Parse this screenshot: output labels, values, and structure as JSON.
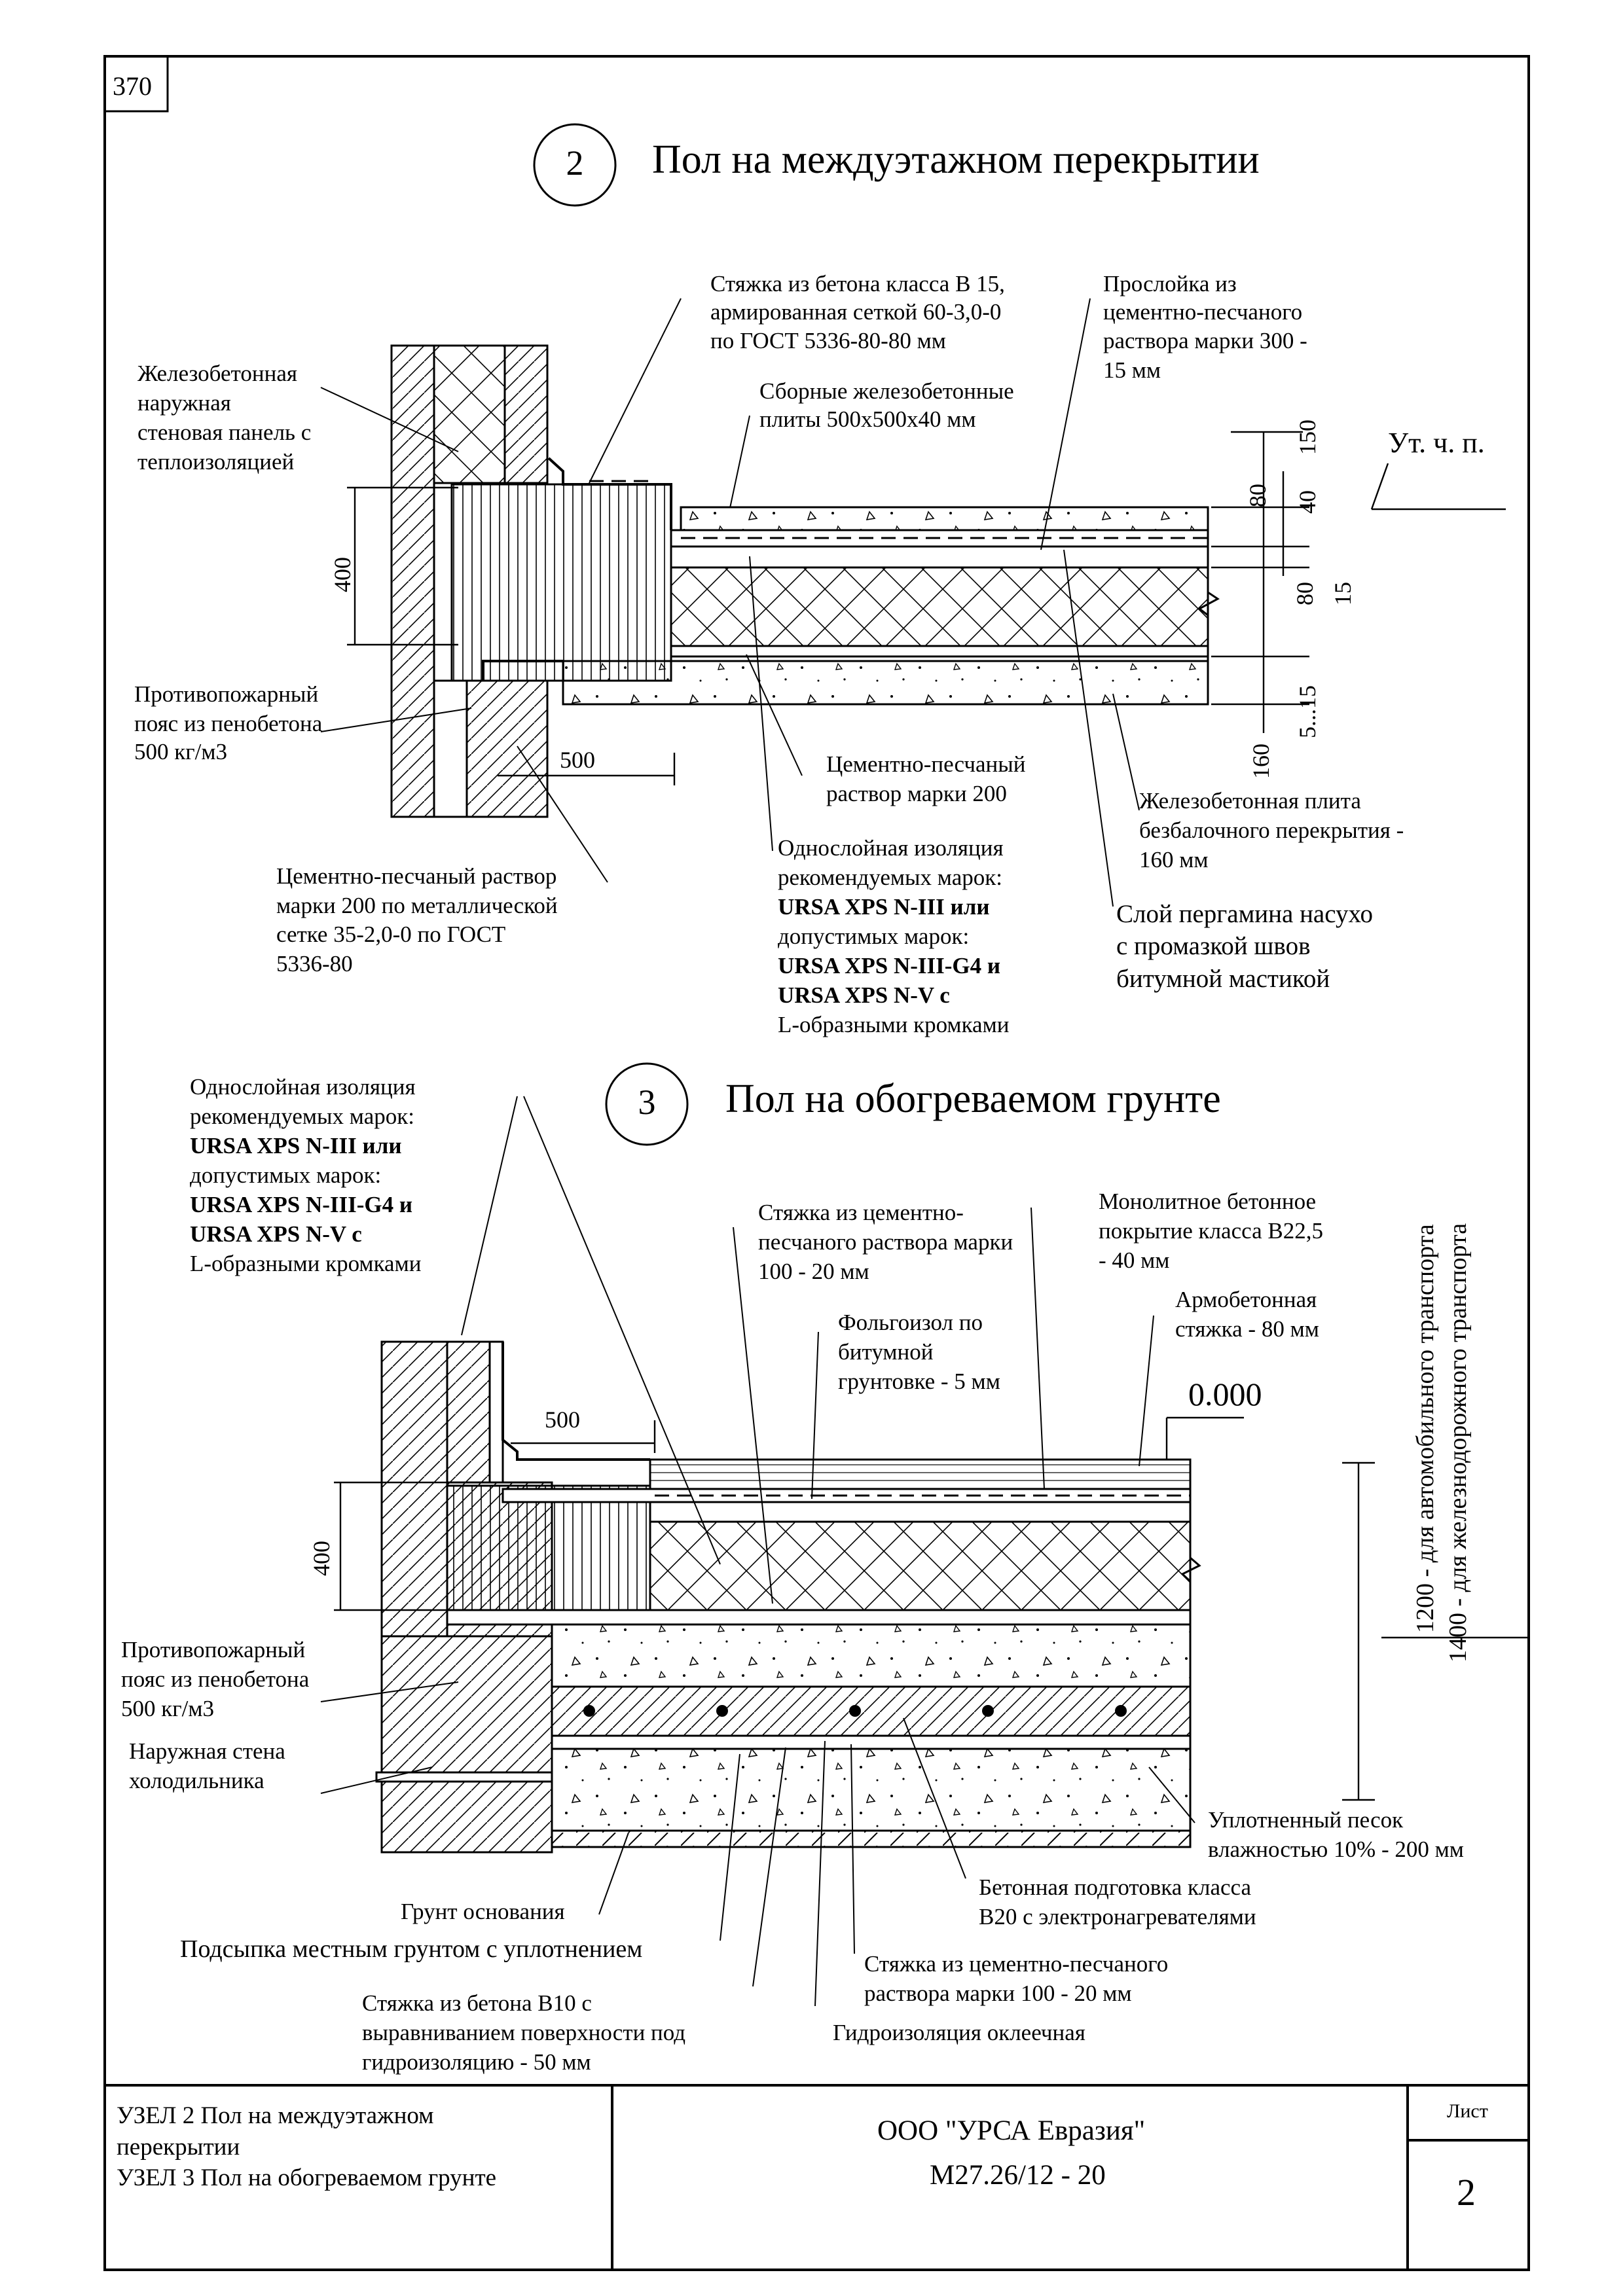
{
  "sheet": {
    "page_number": "370",
    "sheet_label": "Лист",
    "sheet_number": "2"
  },
  "node2": {
    "number": "2",
    "title": "Пол на междуэтажном перекрытии",
    "labels": {
      "screed": [
        "Стяжка из бетона класса В 15,",
        "армированная сеткой 60-3,0-0",
        "по ГОСТ 5336-80-80 мм"
      ],
      "interlayer": [
        "Прослойка из",
        "цементно-песчаного",
        "раствора марки 300 -",
        "15 мм"
      ],
      "wall_panel": [
        "Железобетонная",
        "наружная",
        "стеновая панель с",
        "теплоизоляцией"
      ],
      "plates": [
        "Сборные железобетонные",
        "плиты 500х500х40 мм"
      ],
      "fire_belt": [
        "Противопожарный",
        "пояс из пенобетона",
        "500 кг/м3"
      ],
      "cement_mortar": [
        "Цементно-песчаный",
        "раствор марки 200"
      ],
      "slab": [
        "Железобетонная плита",
        "безбалочного перекрытия -",
        "160 мм"
      ],
      "mesh_mortar": [
        "Цементно-песчаный раствор",
        "марки 200 по металлической",
        "сетке      35-2,0-0 по ГОСТ",
        "5336-80"
      ],
      "insulation": [
        "Однослойная изоляция",
        "рекомендуемых марок:",
        "URSA XPS N-III или",
        "допустимых марок:",
        "URSA XPS N-III-G4 и",
        "URSA XPS N-V  с",
        "L-образными кромками"
      ],
      "pergamin": [
        "Слой пергамина насухо",
        "с промазкой швов",
        "битумной мастикой"
      ]
    },
    "dims": {
      "d400": "400",
      "d500": "500",
      "d150": "150",
      "d80a": "80",
      "d40": "40",
      "d80b": "80",
      "d15": "15",
      "d5_15": "5...15",
      "d160": "160"
    },
    "level_label": "Ут. ч. п."
  },
  "node3": {
    "number": "3",
    "title": "Пол на обогреваемом грунте",
    "labels": {
      "insulation": [
        "Однослойная изоляция",
        "рекомендуемых марок:",
        "URSA XPS N-III или",
        "допустимых марок:",
        "URSA XPS N-III-G4 и",
        "URSA XPS N-V  с",
        "L-образными кромками"
      ],
      "screed_cement": [
        "Стяжка из цементно-",
        "песчаного раствора марки",
        "100 - 20 мм"
      ],
      "monolith": [
        "Монолитное бетонное",
        "покрытие класса В22,5",
        "- 40 мм"
      ],
      "foil": [
        "Фольгоизол по",
        "битумной",
        "грунтовке - 5 мм"
      ],
      "reinf": [
        "Армобетонная",
        "стяжка - 80 мм"
      ],
      "fire_belt": [
        "Противопожарный",
        "пояс из пенобетона",
        "500 кг/м3"
      ],
      "outer_wall": [
        "Наружная стена",
        "холодильника"
      ],
      "sand": [
        "Уплотненный песок",
        "влажностью 10% - 200 мм"
      ],
      "base_soil": [
        "Грунт основания"
      ],
      "backfill": [
        "Подсыпка местным грунтом с уплотнением"
      ],
      "concrete_prep": [
        "Бетонная подготовка класса",
        "В20 с электронагревателями"
      ],
      "screed2": [
        "Стяжка из цементно-песчаного",
        "раствора марки 100 - 20 мм"
      ],
      "screed_b10": [
        "Стяжка из бетона В10 с",
        "выравниванием поверхности под",
        "гидроизоляцию - 50 мм"
      ],
      "waterproof": [
        "Гидроизоляция оклеечная"
      ]
    },
    "dims": {
      "d500": "500",
      "d400": "400"
    },
    "level": "0.000",
    "note_auto": "1200 - для автомобильного транспорта",
    "note_rail": "1400 - для железнодорожного транспорта"
  },
  "titleblock": {
    "left": [
      "УЗЕЛ 2 Пол на междуэтажном",
      "перекрытии",
      "УЗЕЛ 3 Пол на обогреваемом грунте"
    ],
    "company": "ООО \"УРСА Евразия\"",
    "code": "М27.26/12 - 20"
  }
}
